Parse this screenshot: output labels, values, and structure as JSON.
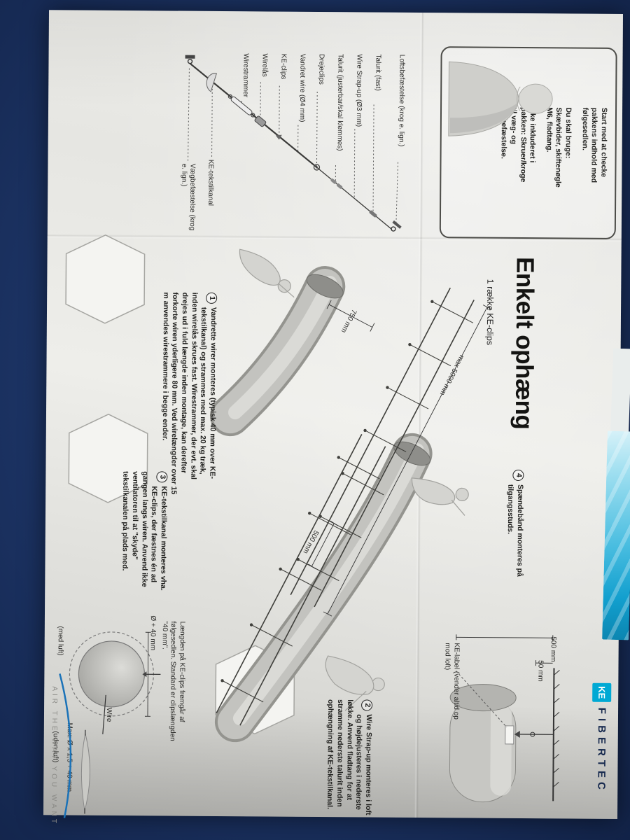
{
  "intro": {
    "p1": "Start med at checke pakkens indhold med følgesedlen.",
    "p2": "Du skal bruge: Skævbider, skiftenøgle M6, fladtang.",
    "p3": "Ikke inkluderet i pakken: Skruer/kroge til væg- og loftbefæstelse."
  },
  "parts": {
    "labels": [
      "Loftsbefæstelse (krog e. lign.)",
      "Talurit (fast)",
      "Wire Strap-up (Ø3 mm)",
      "Talurit (justerbar/skal klemmes)",
      "Drejeclips",
      "Vandret wire (Ø4 mm)",
      "KE-clips",
      "Wirelås",
      "Wirestrammer",
      "KE-tekstilkanal",
      "Vægbefæstelse (krog e. lign.)"
    ]
  },
  "title": {
    "main": "Enkelt ophæng",
    "subtitle": "1 række KE-clips"
  },
  "steps": [
    {
      "num": "1",
      "text": "Vandrette wirer monteres (typisk 40 mm over KE-tekstilkanal) og strammes med max. 20 kg træk, inden wirelås skrues fast. Wirestrammer, der evt. skal drejes ud i fuld længde inden montage, kan derefter forkorte wiren yderligere 80 mm. Ved wirelængder over 15 m anvendes wirestrammere i begge ender."
    },
    {
      "num": "2",
      "text": "Wire Strap-up monteres i loft og højdejusteres i nederste løkke. Anvend fladtang for at stramme nederste talurit inden ophængning af KE-tekstilkanal."
    },
    {
      "num": "3",
      "text": "KE-tekstilkanal monteres vha. KE-clips, der fæstnes én ad gangen langs wiren. Anvend ikke ventilatoren til at \"skyde\" tekstilkanalen på plads med."
    },
    {
      "num": "4",
      "text": "Spændebånd monteres på tilgangsstuds."
    }
  ],
  "dims": {
    "d750": "750 mm",
    "d5000": "max 5000 mm",
    "d500_wire": "500 mm",
    "d500_duct": "500 mm",
    "d50": "50 mm",
    "dia_plus": "Ø + 40 mm",
    "max_dia": "Max: Ø x 1,5 + 40 mm",
    "wire": "Wire",
    "with_air": "(med luft)",
    "without_air": "(uden luft)"
  },
  "notes": {
    "clips_length": "Længden på KE-clips fremgår af følgesedlen. Standard er clipslængden \"40 mm\".",
    "ke_label": "KE-label (vender altid op mod loft)"
  },
  "brand": {
    "logo_box": "KE",
    "logo_text": "FIBERTEC",
    "tagline": "AIR THE WAY YOU WANT",
    "cyan": "#00a9d4",
    "swoosh_blue": "#1a72b8",
    "table_navy": "#1d3567"
  }
}
